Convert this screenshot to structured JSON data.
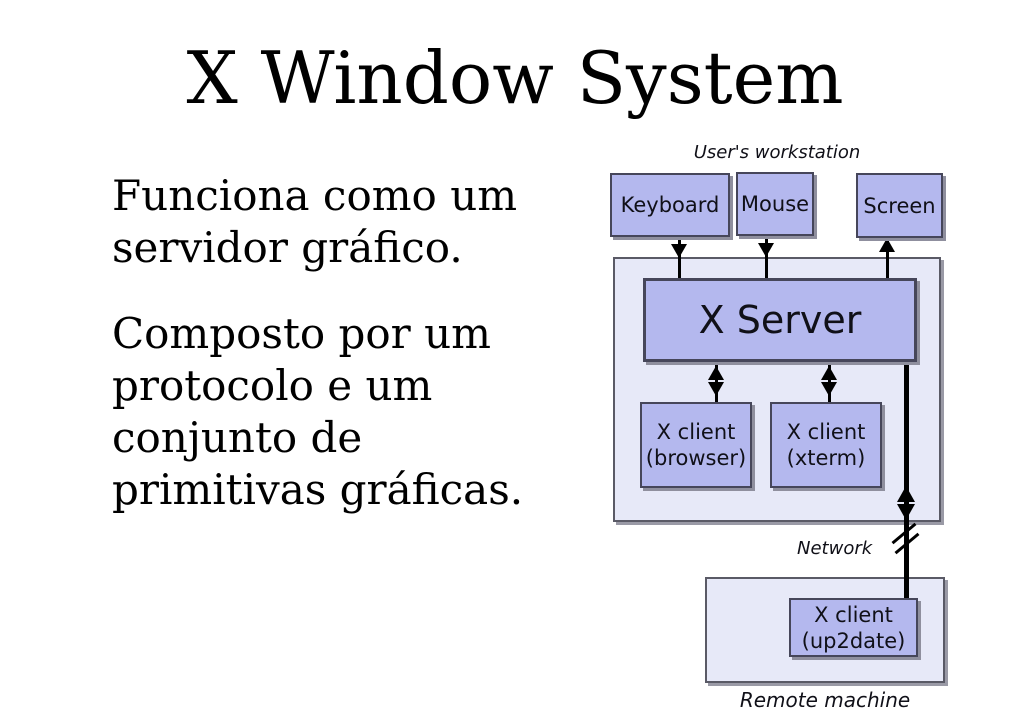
{
  "slide": {
    "title": "X Window System",
    "body": {
      "paragraphs": [
        {
          "lines": [
            "Funciona como um",
            "servidor gráfico."
          ]
        },
        {
          "lines": [
            "Composto por um",
            "protocolo e um",
            "conjunto de",
            "primitivas gráficas."
          ]
        }
      ]
    }
  },
  "diagram": {
    "labels": {
      "workstation": "User's workstation",
      "network": "Network",
      "remote": "Remote machine"
    },
    "nodes": {
      "keyboard": "Keyboard",
      "mouse": "Mouse",
      "screen": "Screen",
      "xserver": "X Server",
      "client_browser": {
        "lines": [
          "X client",
          "(browser)"
        ]
      },
      "client_xterm": {
        "lines": [
          "X client",
          "(xterm)"
        ]
      },
      "client_up2date": {
        "lines": [
          "X client",
          "(up2date)"
        ]
      }
    },
    "icons": {
      "network_break": "double-slash"
    },
    "colors": {
      "node_fill": "#b4b8ee",
      "container_fill": "#e7e9f8",
      "node_border": "#46465a",
      "container_border": "#5a5a66",
      "shadow": "#9a9aa6",
      "connector": "#000000",
      "background": "#ffffff",
      "text": "#000000"
    }
  }
}
